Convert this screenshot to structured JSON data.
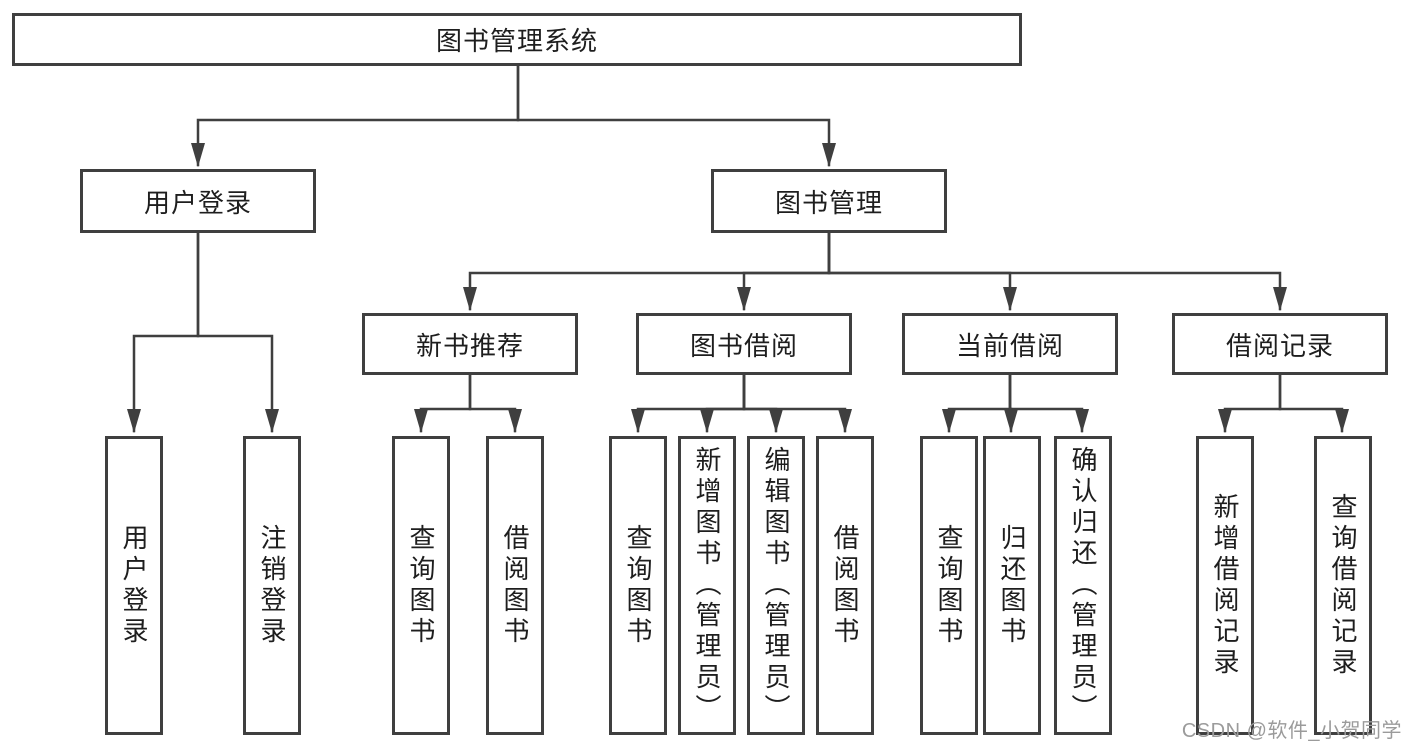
{
  "diagram": {
    "title": "图书管理系统",
    "branches": [
      {
        "label": "用户登录",
        "leaves": [
          {
            "label": "用户登录"
          },
          {
            "label": "注销登录"
          }
        ]
      },
      {
        "label": "图书管理",
        "groups": [
          {
            "label": "新书推荐",
            "leaves": [
              {
                "label": "查询图书"
              },
              {
                "label": "借阅图书"
              }
            ]
          },
          {
            "label": "图书借阅",
            "leaves": [
              {
                "label": "查询图书"
              },
              {
                "label": "新增图书（管理员）"
              },
              {
                "label": "编辑图书（管理员）"
              },
              {
                "label": "借阅图书"
              }
            ]
          },
          {
            "label": "当前借阅",
            "leaves": [
              {
                "label": "查询图书"
              },
              {
                "label": "归还图书"
              },
              {
                "label": "确认归还（管理员）"
              }
            ]
          },
          {
            "label": "借阅记录",
            "leaves": [
              {
                "label": "新增借阅记录"
              },
              {
                "label": "查询借阅记录"
              }
            ]
          }
        ]
      }
    ]
  },
  "watermark": {
    "text": "CSDN @软件_小贺同学"
  },
  "colors": {
    "background": "#ffffff",
    "line": "#3f3f3f",
    "box_border": "#3f3f3f",
    "text": "#1e1e1e",
    "watermark": "#9b9b9b"
  }
}
